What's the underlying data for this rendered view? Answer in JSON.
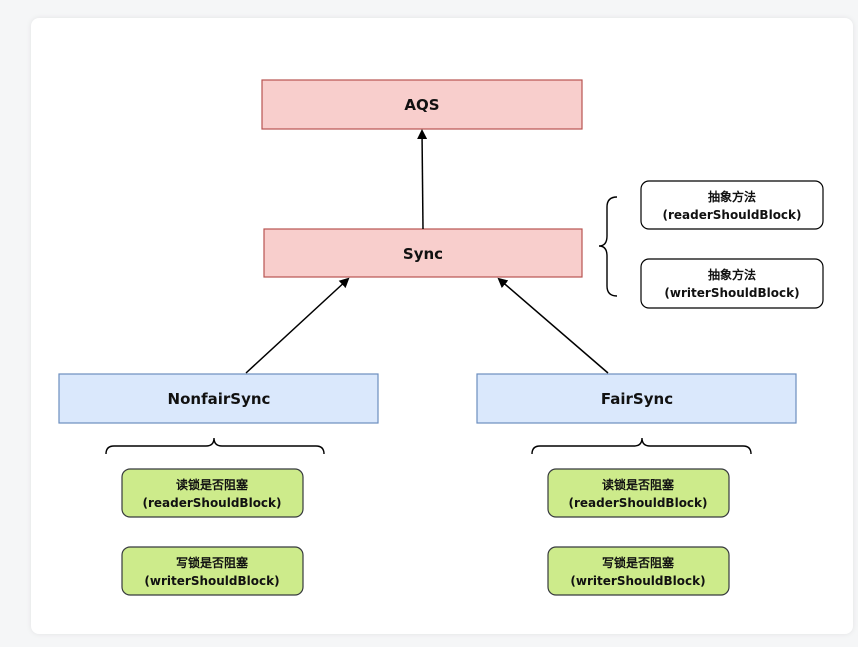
{
  "nodes": {
    "aqs": "AQS",
    "sync": "Sync",
    "nonfair": "NonfairSync",
    "fair": "FairSync"
  },
  "sync_methods": [
    {
      "title": "抽象方法",
      "method": "(readerShouldBlock)"
    },
    {
      "title": "抽象方法",
      "method": "(writerShouldBlock)"
    }
  ],
  "nonfair_methods": [
    {
      "title": "读锁是否阻塞",
      "method": "(readerShouldBlock)"
    },
    {
      "title": "写锁是否阻塞",
      "method": "(writerShouldBlock)"
    }
  ],
  "fair_methods": [
    {
      "title": "读锁是否阻塞",
      "method": "(readerShouldBlock)"
    },
    {
      "title": "写锁是否阻塞",
      "method": "(writerShouldBlock)"
    }
  ],
  "colors": {
    "red_fill": "#f8cecc",
    "red_stroke": "#b85450",
    "blue_fill": "#dae8fc",
    "blue_stroke": "#6c8ebf",
    "green_fill": "#cdeb8b",
    "green_stroke": "#36393d"
  }
}
